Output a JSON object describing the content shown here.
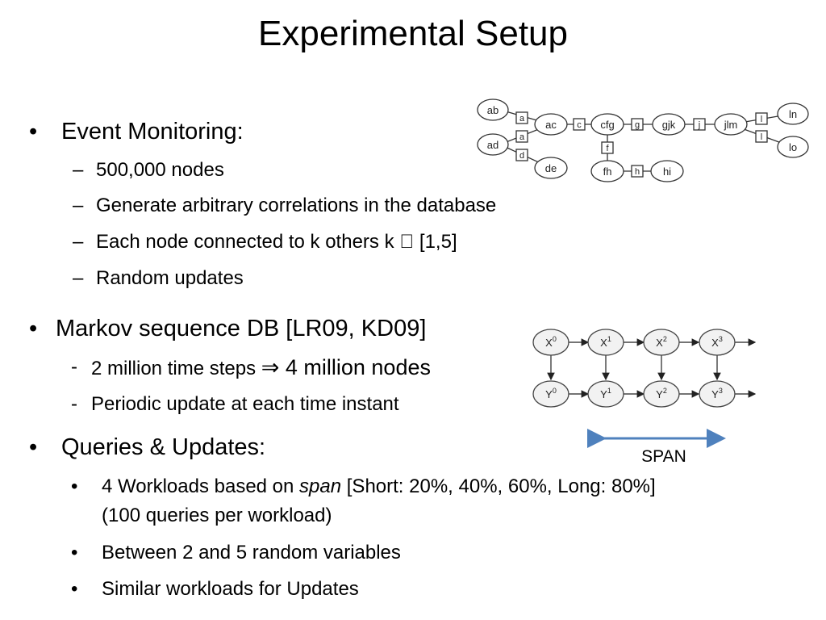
{
  "title": "Experimental Setup",
  "sections": {
    "event": {
      "heading": "Event Monitoring:",
      "items": [
        "500,000 nodes",
        "Generate arbitrary correlations in the database",
        "Each node connected to k others k  [1,5]",
        "Random updates"
      ]
    },
    "markov": {
      "heading": "Markov sequence DB [LR09, KD09]",
      "item1_prefix": "2 million time steps ",
      "item1_arrow": "⇒",
      "item1_suffix": " 4 million nodes",
      "item2": "Periodic update at each time instant"
    },
    "queries": {
      "heading": "Queries & Updates:",
      "item1_prefix": "4 Workloads based on ",
      "item1_italic": "span",
      "item1_suffix": " [Short: 20%, 40%, 60%, Long: 80%]",
      "item1_line2": "(100 queries per workload)",
      "item2": "Between 2 and 5 random variables",
      "item3": "Similar workloads for Updates"
    }
  },
  "graph_diagram": {
    "nodes": [
      "ab",
      "ad",
      "ac",
      "cfg",
      "gjk",
      "jlm",
      "ln",
      "lo",
      "de",
      "fh",
      "hi"
    ],
    "edge_labels": [
      "a",
      "a",
      "d",
      "c",
      "g",
      "j",
      "l",
      "l",
      "f",
      "h"
    ]
  },
  "markov_diagram": {
    "hidden": [
      {
        "base": "X",
        "sup": "0"
      },
      {
        "base": "X",
        "sup": "1"
      },
      {
        "base": "X",
        "sup": "2"
      },
      {
        "base": "X",
        "sup": "3"
      }
    ],
    "observed": [
      {
        "base": "Y",
        "sup": "0"
      },
      {
        "base": "Y",
        "sup": "1"
      },
      {
        "base": "Y",
        "sup": "2"
      },
      {
        "base": "Y",
        "sup": "3"
      }
    ],
    "span_label": "SPAN",
    "span_color": "#4f81bd"
  },
  "colors": {
    "text": "#000000",
    "background": "#ffffff",
    "span_arrow": "#4f81bd"
  }
}
